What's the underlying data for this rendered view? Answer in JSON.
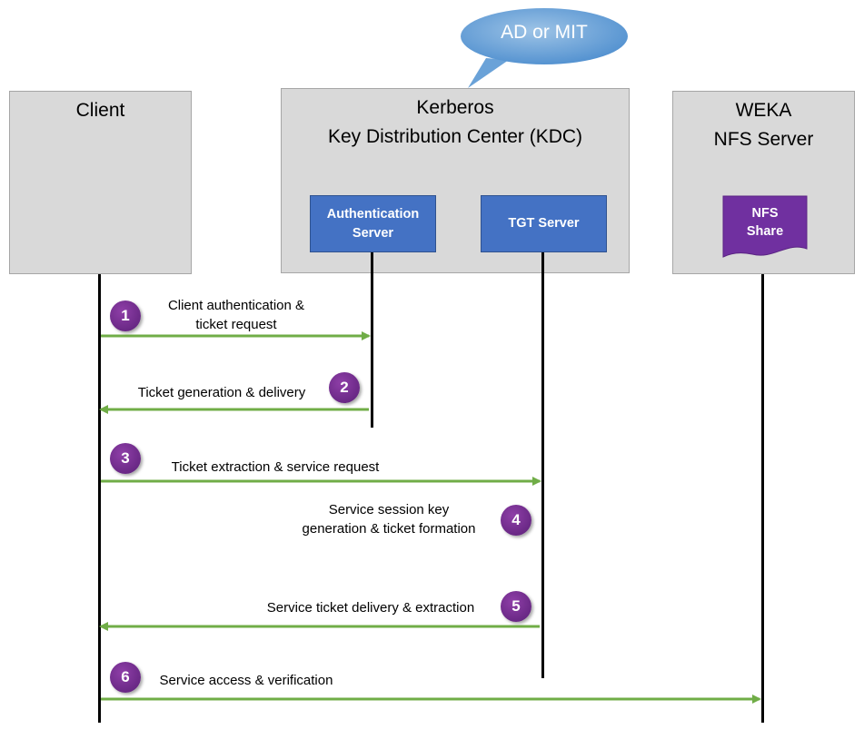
{
  "bubble": {
    "text": "AD or MIT"
  },
  "participants": {
    "client": {
      "title": "Client"
    },
    "kdc": {
      "title_line1": "Kerberos",
      "title_line2": "Key Distribution Center (KDC)"
    },
    "weka": {
      "title_line1": "WEKA",
      "title_line2": "NFS Server"
    }
  },
  "components": {
    "auth_server": {
      "line1": "Authentication",
      "line2": "Server"
    },
    "tgt_server": {
      "label": "TGT Server"
    },
    "nfs_share": {
      "line1": "NFS",
      "line2": "Share"
    }
  },
  "steps": [
    {
      "number": "1",
      "line1": "Client authentication &",
      "line2": "ticket request"
    },
    {
      "number": "2",
      "line1": "Ticket generation & delivery"
    },
    {
      "number": "3",
      "line1": "Ticket extraction & service request"
    },
    {
      "number": "4",
      "line1": "Service session key",
      "line2": "generation & ticket formation"
    },
    {
      "number": "5",
      "line1": "Service ticket delivery & extraction"
    },
    {
      "number": "6",
      "line1": "Service access & verification"
    }
  ],
  "colors": {
    "arrow": "#70ad47",
    "badge": "#6a2a88",
    "component_blue": "#4472c4",
    "share_purple": "#7030a0",
    "bubble_blue": "#5b9bd5",
    "box_gray": "#d9d9d9"
  }
}
